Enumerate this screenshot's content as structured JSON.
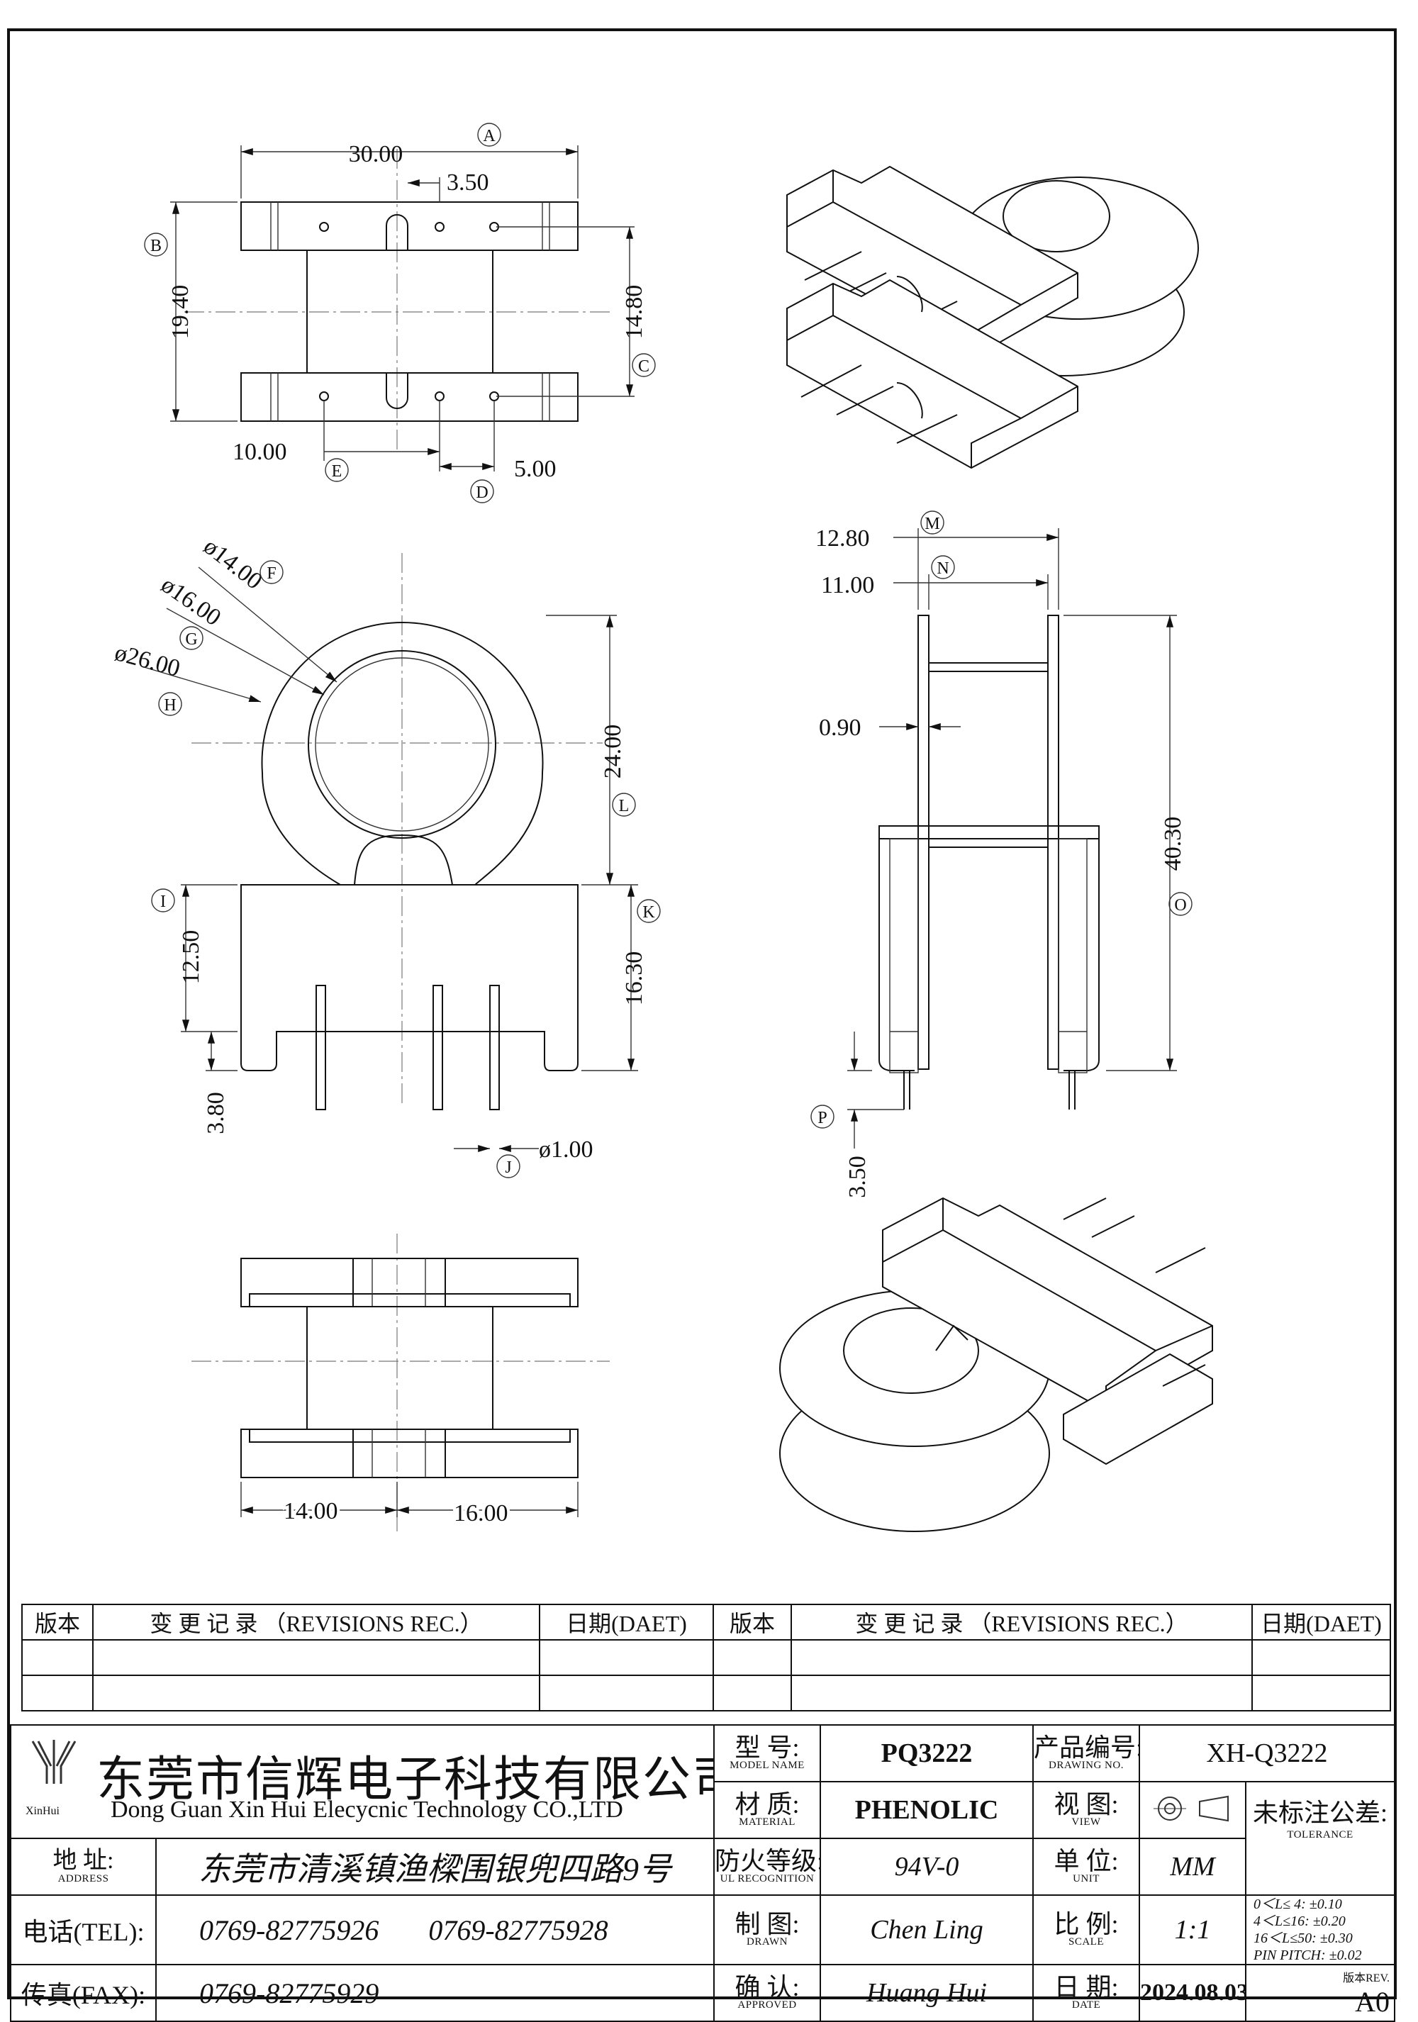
{
  "drawing": {
    "dims": {
      "A": "30.00",
      "a_sub": "3.50",
      "B": "19.40",
      "C": "14.80",
      "E": "10.00",
      "D": "5.00",
      "F": "ø14.00",
      "G": "ø16.00",
      "H": "ø26.00",
      "L": "24.00",
      "I": "12.50",
      "K": "16.30",
      "h380": "3.80",
      "J": "ø1.00",
      "M": "12.80",
      "N": "11.00",
      "w090": "0.90",
      "O": "40.30",
      "P": "3.50",
      "b14": "14.00",
      "b16": "16.00"
    },
    "callouts": [
      "A",
      "B",
      "C",
      "D",
      "E",
      "F",
      "G",
      "H",
      "I",
      "J",
      "K",
      "L",
      "M",
      "N",
      "O",
      "P"
    ]
  },
  "revisions": {
    "col_version": "版本",
    "col_record": "变 更 记 录 （REVISIONS REC.）",
    "col_date": "日期(DAET)"
  },
  "company": {
    "logo_text": "XinHui",
    "name_cn": "东莞市信辉电子科技有限公司",
    "name_en": "Dong Guan Xin Hui Elecycnic Technology CO.,LTD",
    "address_label": "地  址:",
    "address_sub": "ADDRESS",
    "address": "东莞市清溪镇渔樑围银兜四路9号",
    "tel_label": "电话(TEL):",
    "tel1": "0769-82775926",
    "tel2": "0769-82775928",
    "fax_label": "传真(FAX):",
    "fax": "0769-82775929"
  },
  "title_block": {
    "model_label": "型  号:",
    "model_sub": "MODEL NAME",
    "model": "PQ3222",
    "material_label": "材  质:",
    "material_sub": "MATERIAL",
    "material": "PHENOLIC",
    "ul_label": "防火等级:",
    "ul_sub": "UL RECOGNITION",
    "ul": "94V-0",
    "drawn_label": "制  图:",
    "drawn_sub": "DRAWN",
    "drawn": "Chen Ling",
    "approved_label": "确  认:",
    "approved_sub": "APPROVED",
    "approved": "Huang Hui",
    "drawing_no_label": "产品编号:",
    "drawing_no_sub": "DRAWING NO.",
    "drawing_no": "XH-Q3222",
    "view_label": "视  图:",
    "view_sub": "VIEW",
    "unit_label": "单  位:",
    "unit_sub": "UNIT",
    "unit": "MM",
    "scale_label": "比  例:",
    "scale_sub": "SCALE",
    "scale": "1:1",
    "date_label": "日  期:",
    "date_sub": "DATE",
    "date": "2024.08.03",
    "tolerance_label": "未标注公差:",
    "tolerance_sub": "TOLERANCE",
    "tol_rows": [
      {
        "range": "0＜L≤ 4:",
        "value": "±0.10"
      },
      {
        "range": "4＜L≤16:",
        "value": "±0.20"
      },
      {
        "range": "16＜L≤50:",
        "value": "±0.30"
      },
      {
        "range": "PIN PITCH:",
        "value": "±0.02"
      }
    ],
    "rev_label": "版本REV.",
    "rev": "A0"
  }
}
